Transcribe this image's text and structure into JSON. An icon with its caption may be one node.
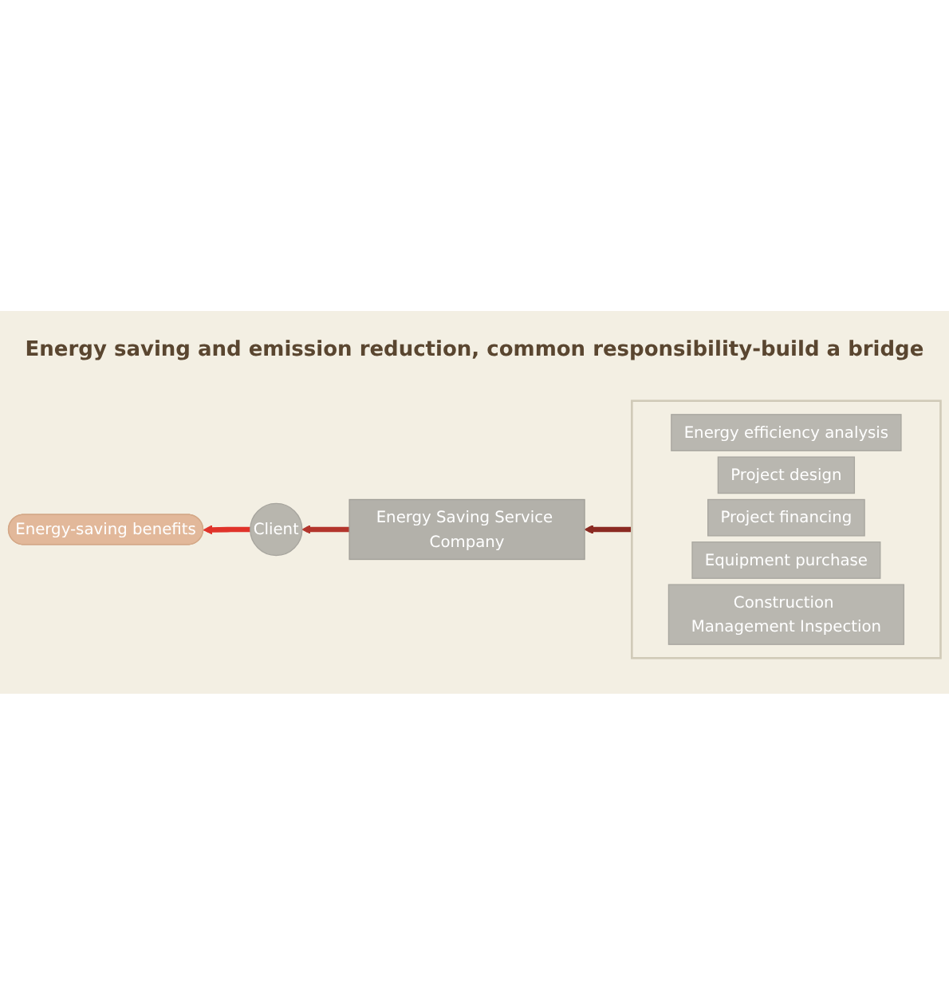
{
  "diagram": {
    "title": "Energy saving and emission reduction, common responsibility-build a bridge",
    "nodes": [
      {
        "text": [],
        "shape": "box"
      },
      {
        "text": [
          "Energy efficiency analysis"
        ],
        "in": 0
      },
      {
        "text": [
          "Project design"
        ],
        "in": 0
      },
      {
        "text": [
          "Project financing"
        ],
        "in": 0
      },
      {
        "text": [
          "Equipment purchase"
        ],
        "in": 0
      },
      {
        "text": [
          "Construction Management Inspection"
        ],
        "in": 0
      },
      {
        "text": [
          "Energy Saving Service Company"
        ]
      },
      {
        "text": [
          "Client"
        ]
      },
      {
        "text": [
          "Energy-saving benefits"
        ]
      }
    ],
    "edges": [
      {
        "from": 0,
        "to": 6,
        "arrow": "to",
        "color": "#8b2a22"
      },
      {
        "from": 6,
        "to": 7,
        "arrow": "to",
        "color": "#b3352c"
      },
      {
        "from": 7,
        "to": 8,
        "arrow": "to",
        "color": "#e0332a"
      }
    ]
  }
}
